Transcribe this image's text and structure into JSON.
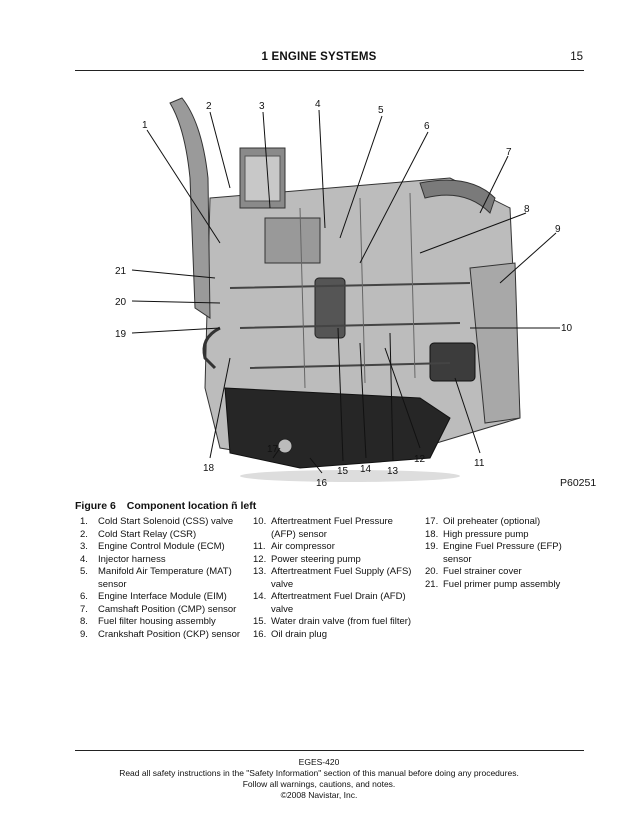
{
  "header": {
    "title": "1 ENGINE SYSTEMS",
    "page": "15"
  },
  "figure": {
    "code": "P60251",
    "callouts": [
      "1",
      "2",
      "3",
      "4",
      "5",
      "6",
      "7",
      "8",
      "9",
      "10",
      "11",
      "12",
      "13",
      "14",
      "15",
      "16",
      "17",
      "18",
      "19",
      "20",
      "21"
    ]
  },
  "caption": {
    "number": "Figure 6",
    "text": "Component location ñ left"
  },
  "legend": {
    "col1": [
      {
        "n": "1.",
        "t": "Cold Start Solenoid (CSS) valve"
      },
      {
        "n": "2.",
        "t": "Cold Start Relay (CSR)"
      },
      {
        "n": "3.",
        "t": "Engine Control Module (ECM)"
      },
      {
        "n": "4.",
        "t": "Injector harness"
      },
      {
        "n": "5.",
        "t": "Manifold Air Temperature (MAT) sensor"
      },
      {
        "n": "6.",
        "t": "Engine Interface Module (EIM)"
      },
      {
        "n": "7.",
        "t": "Camshaft Position (CMP) sensor"
      },
      {
        "n": "8.",
        "t": "Fuel filter housing assembly"
      },
      {
        "n": "9.",
        "t": "Crankshaft Position (CKP) sensor"
      }
    ],
    "col2": [
      {
        "n": "10.",
        "t": "Aftertreatment Fuel Pressure (AFP) sensor"
      },
      {
        "n": "11.",
        "t": "Air compressor"
      },
      {
        "n": "12.",
        "t": "Power steering pump"
      },
      {
        "n": "13.",
        "t": "Aftertreatment Fuel Supply (AFS) valve"
      },
      {
        "n": "14.",
        "t": "Aftertreatment Fuel Drain (AFD) valve"
      },
      {
        "n": "15.",
        "t": "Water drain valve (from fuel filter)"
      },
      {
        "n": "16.",
        "t": "Oil drain plug"
      }
    ],
    "col3": [
      {
        "n": "17.",
        "t": "Oil preheater (optional)"
      },
      {
        "n": "18.",
        "t": "High pressure pump"
      },
      {
        "n": "19.",
        "t": "Engine Fuel Pressure (EFP) sensor"
      },
      {
        "n": "20.",
        "t": "Fuel strainer cover"
      },
      {
        "n": "21.",
        "t": "Fuel primer pump assembly"
      }
    ]
  },
  "footer": {
    "doc": "EGES-420",
    "line1": "Read all safety instructions in the \"Safety Information\" section of this manual before doing any procedures.",
    "line2": "Follow all warnings, cautions, and notes.",
    "line3": "©2008 Navistar, Inc."
  }
}
